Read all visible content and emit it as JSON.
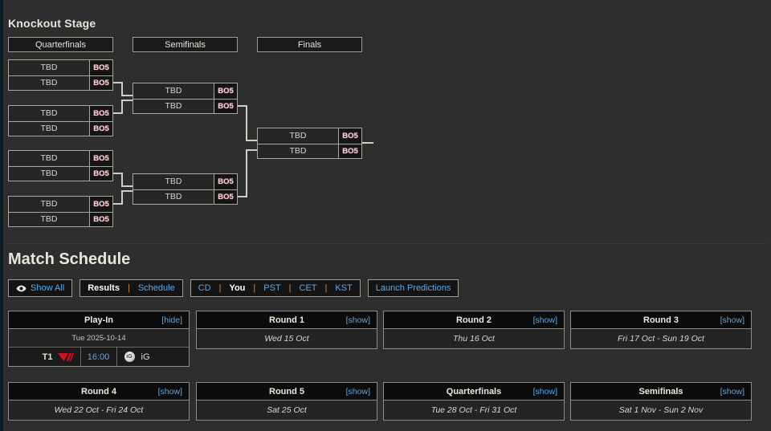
{
  "knockout": {
    "title": "Knockout Stage",
    "round_headers": [
      "Quarterfinals",
      "Semifinals",
      "Finals"
    ],
    "quarterfinals": [
      {
        "top": "TBD",
        "top_bo": "BO5",
        "bottom": "TBD",
        "bottom_bo": "BO5"
      },
      {
        "top": "TBD",
        "top_bo": "BO5",
        "bottom": "TBD",
        "bottom_bo": "BO5"
      },
      {
        "top": "TBD",
        "top_bo": "BO5",
        "bottom": "TBD",
        "bottom_bo": "BO5"
      },
      {
        "top": "TBD",
        "top_bo": "BO5",
        "bottom": "TBD",
        "bottom_bo": "BO5"
      }
    ],
    "semifinals": [
      {
        "top": "TBD",
        "top_bo": "BO5",
        "bottom": "TBD",
        "bottom_bo": "BO5"
      },
      {
        "top": "TBD",
        "top_bo": "BO5",
        "bottom": "TBD",
        "bottom_bo": "BO5"
      }
    ],
    "finals": [
      {
        "top": "TBD",
        "top_bo": "BO5",
        "bottom": "TBD",
        "bottom_bo": "BO5"
      }
    ]
  },
  "schedule": {
    "title": "Match Schedule",
    "toolbar": {
      "show_all": "Show All",
      "show_all_icon": "eye-icon",
      "results": "Results",
      "results_sep": "|",
      "schedule": "Schedule",
      "tz": [
        "CD",
        "You",
        "PST",
        "CET",
        "KST"
      ],
      "tz_sep": "|",
      "tz_selected": "You",
      "predictions": "Launch Predictions"
    },
    "cards": [
      {
        "title": "Play-In",
        "toggle": "[hide]",
        "date": "Tue 2025-10-14",
        "date_plain": true,
        "games": [
          {
            "team_left": "T1",
            "left_logo": "t1-logo",
            "time": "16:00",
            "team_right": "iG",
            "right_logo": "ig-logo"
          }
        ]
      },
      {
        "title": "Round 1",
        "toggle": "[show]",
        "date": "Wed 15 Oct",
        "date_plain": false,
        "games": []
      },
      {
        "title": "Round 2",
        "toggle": "[show]",
        "date": "Thu 16 Oct",
        "date_plain": false,
        "games": []
      },
      {
        "title": "Round 3",
        "toggle": "[show]",
        "date": "Fri 17 Oct - Sun 19 Oct",
        "date_plain": false,
        "games": []
      },
      {
        "title": "Round 4",
        "toggle": "[show]",
        "date": "Wed 22 Oct - Fri 24 Oct",
        "date_plain": false,
        "games": []
      },
      {
        "title": "Round 5",
        "toggle": "[show]",
        "date": "Sat 25 Oct",
        "date_plain": false,
        "games": []
      },
      {
        "title": "Quarterfinals",
        "toggle": "[show]",
        "date": "Tue 28 Oct - Fri 31 Oct",
        "date_plain": false,
        "games": []
      },
      {
        "title": "Semifinals",
        "toggle": "[show]",
        "date": "Sat 1 Nov - Sun 2 Nov",
        "date_plain": false,
        "games": []
      }
    ]
  },
  "colors": {
    "background": "#2e2e2e",
    "edge_strip": "#0d1b26",
    "link": "#5fa8e8",
    "separator": "#d08a3a",
    "bo_text": "#f2cfd6",
    "border": "#a8a89c",
    "t1_red": "#d1111f"
  }
}
